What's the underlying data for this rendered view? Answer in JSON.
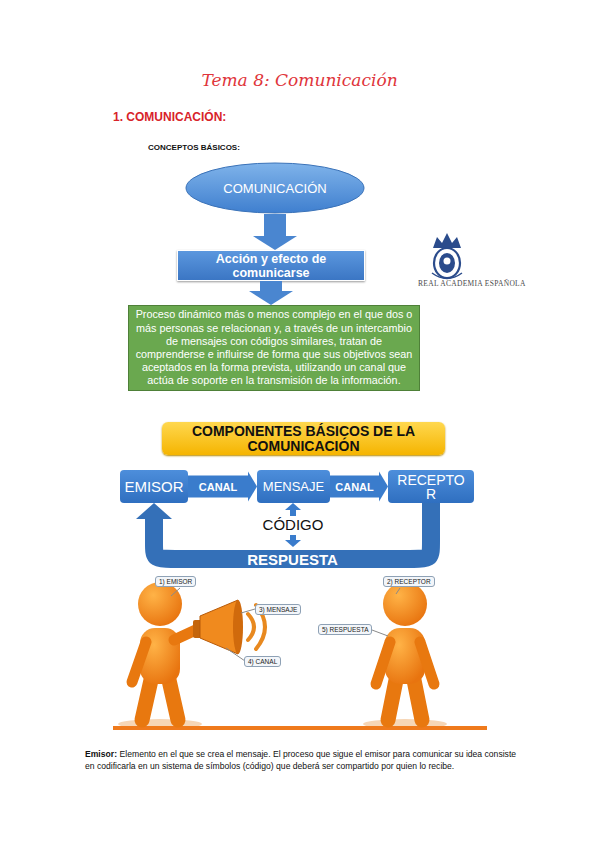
{
  "diagram": {
    "title": "Tema 8: Comunicación",
    "nodes": [
      {
        "text": [
          "COMUNICACIÓN"
        ]
      },
      {
        "text": [
          "Acción y efecto de comunicarse"
        ]
      },
      {
        "text": [
          "Proceso dinámico más o menos complejo en el que dos o más personas se relacionan y, a través de un intercambio de mensajes con códigos similares, tratan de comprenderse e influirse de forma que sus objetivos sean aceptados en la forma prevista, utilizando un canal que actúa de soporte en la transmisión de la información."
        ]
      },
      {
        "text": [
          "COMPONENTES BÁSICOS DE LA COMUNICACIÓN"
        ]
      },
      {
        "text": [
          "EMISOR"
        ]
      },
      {
        "text": [
          "MENSAJE"
        ]
      },
      {
        "text": [
          "RECEPTO R"
        ]
      }
    ],
    "edges": [
      {
        "from": 0,
        "to": 1,
        "arrow": "to"
      },
      {
        "from": 1,
        "to": 2,
        "arrow": "to"
      },
      {
        "from": 4,
        "to": 5,
        "label": "CANAL",
        "arrow": "to"
      },
      {
        "from": 5,
        "to": 6,
        "label": "CANAL",
        "arrow": "to"
      },
      {
        "from": 6,
        "to": 4,
        "label": "RESPUESTA",
        "arrow": "to"
      }
    ],
    "labels": [
      "1. COMUNICACIÓN:",
      "CONCEPTOS BÁSICOS:",
      "REAL ACADEMIA ESPAÑOLA",
      "CÓDIGO",
      "1) EMISOR",
      "2) RECEPTOR",
      "3) MENSAJE",
      "4) CANAL",
      "5) RESPUESTA",
      "Emisor:",
      "Elemento en el que se crea el mensaje. El proceso que sigue el emisor para comunicar su idea consiste en codificarla en un sistema de símbolos (código) que deberá ser compartido por quien lo recibe."
    ]
  }
}
